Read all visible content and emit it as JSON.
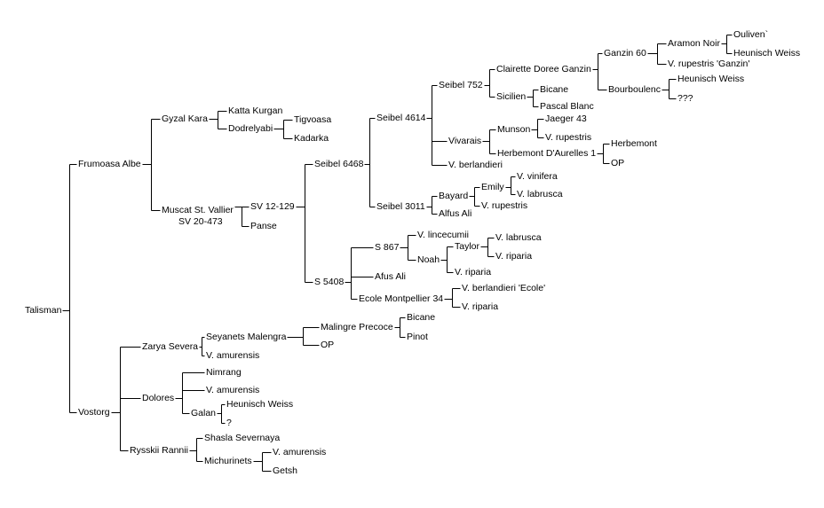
{
  "nodes": {
    "talisman": "Talisman",
    "frumoasa_albe": "Frumoasa Albe",
    "vostorg": "Vostorg",
    "gyzal_kara": "Gyzal Kara",
    "muscat_st_vallier": "Muscat St. Vallier",
    "sv_20_473": "SV 20-473",
    "katta_kurgan": "Katta Kurgan",
    "dodrelyabi": "Dodrelyabi",
    "tigvoasa": "Tigvoasa",
    "kadarka": "Kadarka",
    "sv_12_129": "SV 12-129",
    "panse": "Panse",
    "seibel_6468": "Seibel 6468",
    "s_5408": "S 5408",
    "seibel_4614": "Seibel 4614",
    "seibel_3011": "Seibel 3011",
    "seibel_752": "Seibel 752",
    "vivarais": "Vivarais",
    "v_berlandieri_1": "V. berlandieri",
    "clairette_doree_ganzin": "Clairette Doree Ganzin",
    "sicilien": "Sicilien",
    "ganzin_60": "Ganzin 60",
    "bourboulenc": "Bourboulenc",
    "aramon_noir": "Aramon Noir",
    "v_rupestris_ganzin": "V. rupestris 'Ganzin'",
    "ouliven": "Ouliven`",
    "heunisch_weiss_1": "Heunisch Weiss",
    "heunisch_weiss_2": "Heunisch Weiss",
    "unknown_3": "???",
    "bicane_1": "Bicane",
    "pascal_blanc": "Pascal Blanc",
    "munson": "Munson",
    "jaeger_43": "Jaeger 43",
    "v_rupestris_1": "V. rupestris",
    "herbemont_daurelles": "Herbemont D'Aurelles 1",
    "herbemont": "Herbemont",
    "op_1": "OP",
    "bayard": "Bayard",
    "alfus_ali_1": "Alfus Ali",
    "emily": "Emily",
    "v_rupestris_2": "V. rupestris",
    "v_vinifera": "V. vinifera",
    "v_labrusca_1": "V. labrusca",
    "s_867": "S 867",
    "afus_ali": "Afus Ali",
    "ecole_montpellier_34": "Ecole Montpellier 34",
    "v_lincecumii": "V. lincecumii",
    "noah": "Noah",
    "taylor": "Taylor",
    "v_riparia_1": "V. riparia",
    "v_labrusca_2": "V. labrusca",
    "v_riparia_2": "V. riparia",
    "v_berlandieri_ecole": "V. berlandieri 'Ecole'",
    "v_riparia_3": "V. riparia",
    "zarya_severa": "Zarya Severa",
    "dolores": "Dolores",
    "rysskii_rannii": "Rysskii Rannii",
    "seyanets_malengra": "Seyanets Malengra",
    "v_amurensis_1": "V. amurensis",
    "malingre_precoce": "Malingre Precoce",
    "op_2": "OP",
    "bicane_2": "Bicane",
    "pinot": "Pinot",
    "nimrang": "Nimrang",
    "v_amurensis_2": "V. amurensis",
    "galan": "Galan",
    "heunisch_weiss_3": "Heunisch Weiss",
    "unknown_1": "?",
    "shasla_severnaya": "Shasla Severnaya",
    "michurinets": "Michurinets",
    "v_amurensis_3": "V. amurensis",
    "getsh": "Getsh"
  },
  "edges": [
    [
      "talisman",
      "frumoasa_albe"
    ],
    [
      "talisman",
      "vostorg"
    ],
    [
      "frumoasa_albe",
      "gyzal_kara"
    ],
    [
      "frumoasa_albe",
      "muscat_st_vallier"
    ],
    [
      "gyzal_kara",
      "katta_kurgan"
    ],
    [
      "gyzal_kara",
      "dodrelyabi"
    ],
    [
      "dodrelyabi",
      "tigvoasa"
    ],
    [
      "dodrelyabi",
      "kadarka"
    ],
    [
      "muscat_st_vallier",
      "sv_12_129"
    ],
    [
      "muscat_st_vallier",
      "panse"
    ],
    [
      "sv_12_129",
      "seibel_6468"
    ],
    [
      "sv_12_129",
      "s_5408"
    ],
    [
      "seibel_6468",
      "seibel_4614"
    ],
    [
      "seibel_6468",
      "seibel_3011"
    ],
    [
      "seibel_4614",
      "seibel_752"
    ],
    [
      "seibel_4614",
      "vivarais"
    ],
    [
      "seibel_4614",
      "v_berlandieri_1"
    ],
    [
      "seibel_752",
      "clairette_doree_ganzin"
    ],
    [
      "seibel_752",
      "sicilien"
    ],
    [
      "clairette_doree_ganzin",
      "ganzin_60"
    ],
    [
      "clairette_doree_ganzin",
      "bourboulenc"
    ],
    [
      "ganzin_60",
      "aramon_noir"
    ],
    [
      "ganzin_60",
      "v_rupestris_ganzin"
    ],
    [
      "aramon_noir",
      "ouliven"
    ],
    [
      "aramon_noir",
      "heunisch_weiss_1"
    ],
    [
      "bourboulenc",
      "heunisch_weiss_2"
    ],
    [
      "bourboulenc",
      "unknown_3"
    ],
    [
      "sicilien",
      "bicane_1"
    ],
    [
      "sicilien",
      "pascal_blanc"
    ],
    [
      "vivarais",
      "munson"
    ],
    [
      "vivarais",
      "herbemont_daurelles"
    ],
    [
      "munson",
      "jaeger_43"
    ],
    [
      "munson",
      "v_rupestris_1"
    ],
    [
      "herbemont_daurelles",
      "herbemont"
    ],
    [
      "herbemont_daurelles",
      "op_1"
    ],
    [
      "seibel_3011",
      "bayard"
    ],
    [
      "seibel_3011",
      "alfus_ali_1"
    ],
    [
      "bayard",
      "emily"
    ],
    [
      "bayard",
      "v_rupestris_2"
    ],
    [
      "emily",
      "v_vinifera"
    ],
    [
      "emily",
      "v_labrusca_1"
    ],
    [
      "s_5408",
      "s_867"
    ],
    [
      "s_5408",
      "afus_ali"
    ],
    [
      "s_5408",
      "ecole_montpellier_34"
    ],
    [
      "s_867",
      "v_lincecumii"
    ],
    [
      "s_867",
      "noah"
    ],
    [
      "noah",
      "taylor"
    ],
    [
      "noah",
      "v_riparia_1"
    ],
    [
      "taylor",
      "v_labrusca_2"
    ],
    [
      "taylor",
      "v_riparia_2"
    ],
    [
      "ecole_montpellier_34",
      "v_berlandieri_ecole"
    ],
    [
      "ecole_montpellier_34",
      "v_riparia_3"
    ],
    [
      "vostorg",
      "zarya_severa"
    ],
    [
      "vostorg",
      "dolores"
    ],
    [
      "vostorg",
      "rysskii_rannii"
    ],
    [
      "zarya_severa",
      "seyanets_malengra"
    ],
    [
      "zarya_severa",
      "v_amurensis_1"
    ],
    [
      "seyanets_malengra",
      "malingre_precoce"
    ],
    [
      "seyanets_malengra",
      "op_2"
    ],
    [
      "malingre_precoce",
      "bicane_2"
    ],
    [
      "malingre_precoce",
      "pinot"
    ],
    [
      "dolores",
      "nimrang"
    ],
    [
      "dolores",
      "v_amurensis_2"
    ],
    [
      "dolores",
      "galan"
    ],
    [
      "galan",
      "heunisch_weiss_3"
    ],
    [
      "galan",
      "unknown_1"
    ],
    [
      "rysskii_rannii",
      "shasla_severnaya"
    ],
    [
      "rysskii_rannii",
      "michurinets"
    ],
    [
      "michurinets",
      "v_amurensis_3"
    ],
    [
      "michurinets",
      "getsh"
    ]
  ]
}
